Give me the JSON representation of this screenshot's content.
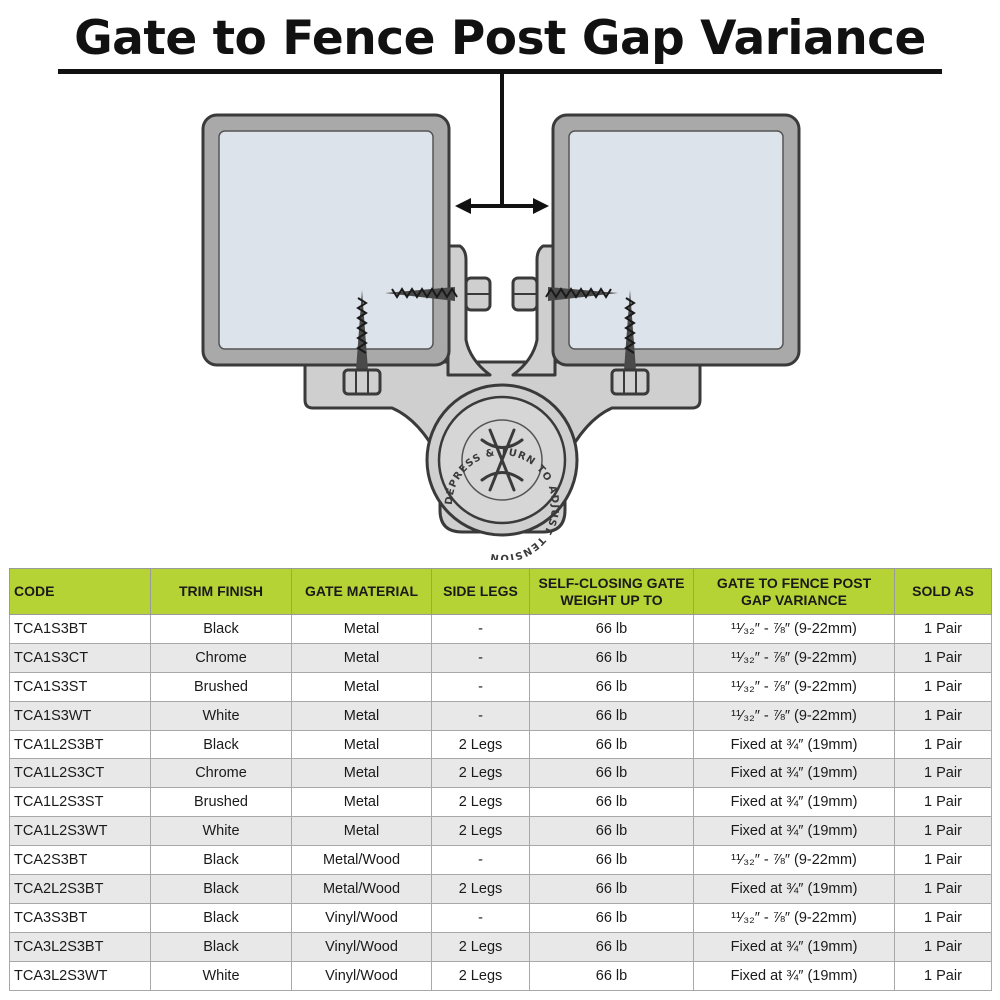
{
  "title": "Gate to Fence Post Gap Variance",
  "diagram": {
    "label": "DEPRESS & TURN TO ADJUST TENSION"
  },
  "table": {
    "headers": {
      "code": "CODE",
      "trim_finish": "TRIM FINISH",
      "gate_material": "GATE MATERIAL",
      "side_legs": "SIDE LEGS",
      "self_closing_line1": "SELF-CLOSING GATE",
      "self_closing_line2": "WEIGHT UP TO",
      "gap_line1": "GATE TO FENCE POST",
      "gap_line2": "GAP VARIANCE",
      "sold_as": "SOLD AS"
    },
    "rows": [
      {
        "code": "TCA1S3BT",
        "trim": "Black",
        "material": "Metal",
        "legs": "-",
        "weight": "66 lb",
        "gap": "¹¹⁄₃₂″ - ⅞″ (9-22mm)",
        "sold": "1 Pair"
      },
      {
        "code": "TCA1S3CT",
        "trim": "Chrome",
        "material": "Metal",
        "legs": "-",
        "weight": "66 lb",
        "gap": "¹¹⁄₃₂″ - ⅞″ (9-22mm)",
        "sold": "1 Pair"
      },
      {
        "code": "TCA1S3ST",
        "trim": "Brushed",
        "material": "Metal",
        "legs": "-",
        "weight": "66 lb",
        "gap": "¹¹⁄₃₂″ - ⅞″ (9-22mm)",
        "sold": "1 Pair"
      },
      {
        "code": "TCA1S3WT",
        "trim": "White",
        "material": "Metal",
        "legs": "-",
        "weight": "66 lb",
        "gap": "¹¹⁄₃₂″ - ⅞″ (9-22mm)",
        "sold": "1 Pair"
      },
      {
        "code": "TCA1L2S3BT",
        "trim": "Black",
        "material": "Metal",
        "legs": "2 Legs",
        "weight": "66 lb",
        "gap": "Fixed at ¾″ (19mm)",
        "sold": "1 Pair"
      },
      {
        "code": "TCA1L2S3CT",
        "trim": "Chrome",
        "material": "Metal",
        "legs": "2 Legs",
        "weight": "66 lb",
        "gap": "Fixed at ¾″ (19mm)",
        "sold": "1 Pair"
      },
      {
        "code": "TCA1L2S3ST",
        "trim": "Brushed",
        "material": "Metal",
        "legs": "2 Legs",
        "weight": "66 lb",
        "gap": "Fixed at ¾″ (19mm)",
        "sold": "1 Pair"
      },
      {
        "code": "TCA1L2S3WT",
        "trim": "White",
        "material": "Metal",
        "legs": "2 Legs",
        "weight": "66 lb",
        "gap": "Fixed at ¾″ (19mm)",
        "sold": "1 Pair"
      },
      {
        "code": "TCA2S3BT",
        "trim": "Black",
        "material": "Metal/Wood",
        "legs": "-",
        "weight": "66 lb",
        "gap": "¹¹⁄₃₂″ - ⅞″ (9-22mm)",
        "sold": "1 Pair"
      },
      {
        "code": "TCA2L2S3BT",
        "trim": "Black",
        "material": "Metal/Wood",
        "legs": "2 Legs",
        "weight": "66 lb",
        "gap": "Fixed at ¾″ (19mm)",
        "sold": "1 Pair"
      },
      {
        "code": "TCA3S3BT",
        "trim": "Black",
        "material": "Vinyl/Wood",
        "legs": "-",
        "weight": "66 lb",
        "gap": "¹¹⁄₃₂″ - ⅞″ (9-22mm)",
        "sold": "1 Pair"
      },
      {
        "code": "TCA3L2S3BT",
        "trim": "Black",
        "material": "Vinyl/Wood",
        "legs": "2 Legs",
        "weight": "66 lb",
        "gap": "Fixed at ¾″ (19mm)",
        "sold": "1 Pair"
      },
      {
        "code": "TCA3L2S3WT",
        "trim": "White",
        "material": "Vinyl/Wood",
        "legs": "2 Legs",
        "weight": "66 lb",
        "gap": "Fixed at ¾″ (19mm)",
        "sold": "1 Pair"
      }
    ]
  },
  "colors": {
    "header_green": "#b5d334",
    "post_frame": "#a9a9a9",
    "post_fill": "#dde3ea",
    "hinge_body": "#cfcfcf",
    "outline": "#3a3a3a"
  }
}
